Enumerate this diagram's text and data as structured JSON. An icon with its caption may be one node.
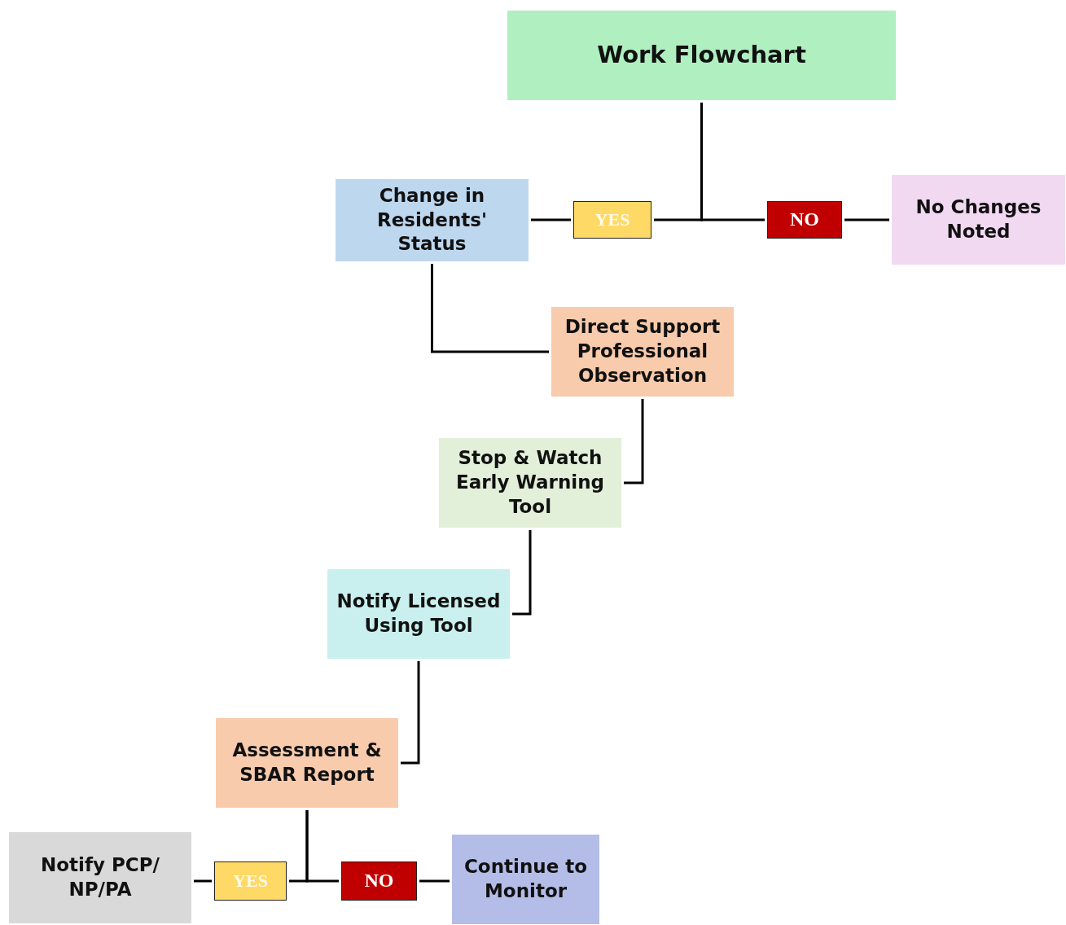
{
  "diagram": {
    "nodes": [
      {
        "text": [
          "Work Flowchart"
        ]
      },
      {
        "text": [
          "Change in Residents' Status"
        ]
      },
      {
        "text": [
          "YES"
        ]
      },
      {
        "text": [
          "NO"
        ]
      },
      {
        "text": [
          "No Changes Noted"
        ]
      },
      {
        "text": [
          "Direct Support Professional Observation"
        ]
      },
      {
        "text": [
          "Stop & Watch Early Warning Tool"
        ]
      },
      {
        "text": [
          "Notify Licensed Using Tool"
        ]
      },
      {
        "text": [
          "Assessment & SBAR Report"
        ]
      },
      {
        "text": [
          "Notify PCP/ NP/PA"
        ]
      },
      {
        "text": [
          "YES"
        ]
      },
      {
        "text": [
          "NO"
        ]
      },
      {
        "text": [
          "Continue to Monitor"
        ]
      }
    ],
    "edges": [
      {
        "from": 0,
        "to": 2,
        "arrow": "none"
      },
      {
        "from": 2,
        "to": 1,
        "arrow": "none"
      },
      {
        "from": 0,
        "to": 3,
        "arrow": "none"
      },
      {
        "from": 3,
        "to": 4,
        "arrow": "none"
      },
      {
        "from": 1,
        "to": 5,
        "arrow": "none"
      },
      {
        "from": 5,
        "to": 6,
        "arrow": "none"
      },
      {
        "from": 6,
        "to": 7,
        "arrow": "none"
      },
      {
        "from": 7,
        "to": 8,
        "arrow": "none"
      },
      {
        "from": 8,
        "to": 10,
        "arrow": "none"
      },
      {
        "from": 10,
        "to": 9,
        "arrow": "none"
      },
      {
        "from": 8,
        "to": 11,
        "arrow": "none"
      },
      {
        "from": 11,
        "to": 12,
        "arrow": "none"
      }
    ]
  }
}
